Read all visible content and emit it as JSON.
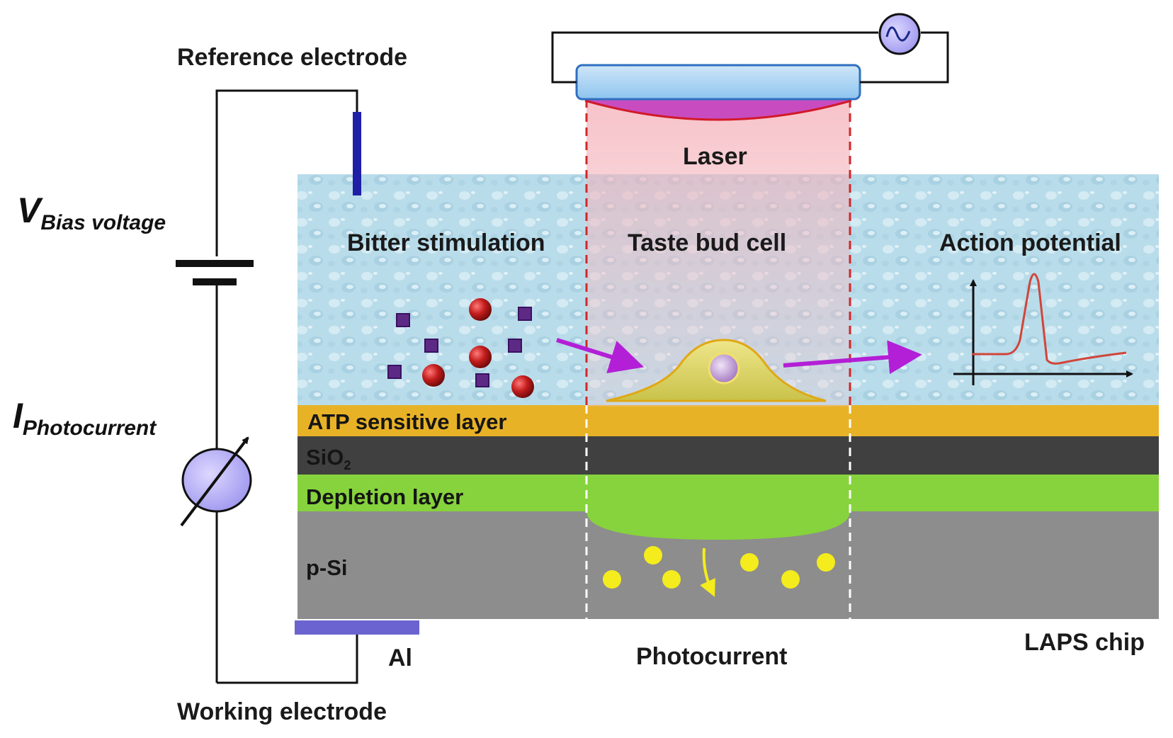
{
  "labels": {
    "reference_electrode": "Reference electrode",
    "working_electrode": "Working electrode",
    "laser": "Laser",
    "bitter_stimulation": "Bitter stimulation",
    "taste_bud_cell": "Taste bud cell",
    "action_potential": "Action potential",
    "photocurrent": "Photocurrent",
    "laps_chip": "LAPS chip",
    "al": "Al"
  },
  "symbols": {
    "v_main": "V",
    "v_sub": "Bias voltage",
    "i_main": "I",
    "i_sub": "Photocurrent"
  },
  "layers": {
    "atp": "ATP sensitive layer",
    "sio2_base": "SiO",
    "sio2_subscript": "2",
    "depletion": "Depletion layer",
    "psi": "p-Si"
  },
  "colors": {
    "solution": "#b9dcea",
    "atp_layer": "#e8b227",
    "sio2_layer": "#404040",
    "depletion_layer": "#86d33d",
    "psi_layer": "#8d8d8d",
    "aluminium": "#6b63cf",
    "laser_beam": "#f2b0b8",
    "laser_lens_top": "#a7d3f5",
    "laser_lens_bottom": "#c84cc0",
    "reference_electrode_rod": "#1f1fa8",
    "arrow_purple": "#b31fd6",
    "bitter_square": "#5c2a84",
    "bitter_sphere": "#c41d1d",
    "carrier_dot": "#f4ec1c",
    "meter_fill": "#b9b4f4",
    "cell_body": "#e4dd72",
    "cell_nucleus": "#a67bc2",
    "trace_line": "#d0453a"
  },
  "icons": {
    "ac_source": "ac-source-icon",
    "battery": "battery-icon",
    "ammeter": "variable-ammeter-icon"
  }
}
